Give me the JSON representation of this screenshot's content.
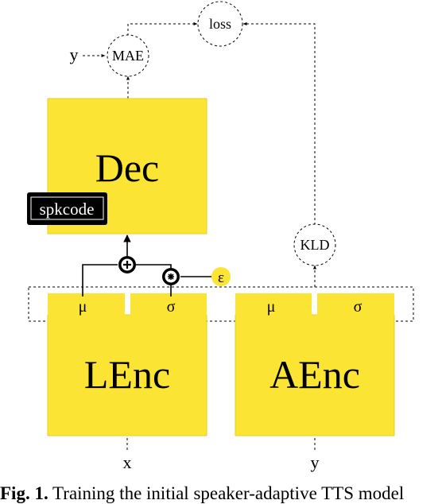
{
  "colors": {
    "block": "#fbe434",
    "block_edge": "#e8cf20",
    "line": "#000000",
    "spk_bg": "#000000",
    "spk_text": "#ffffff",
    "eps": "#fbe434"
  },
  "nodes": {
    "loss": "loss",
    "mae": "MAE",
    "kld": "KLD",
    "dec": "Dec",
    "spkcode": "spkcode",
    "lenc": "LEnc",
    "aenc": "AEnc",
    "lenc_mu": "μ",
    "lenc_sigma": "σ",
    "aenc_mu": "μ",
    "aenc_sigma": "σ",
    "epsilon": "ε",
    "plus_op": "+",
    "mult_op": "∗"
  },
  "inputs": {
    "y_top": "y",
    "x_bottom": "x",
    "y_bottom": "y"
  },
  "caption": {
    "label": "Fig. 1.",
    "text": "Training the initial speaker-adaptive TTS model"
  }
}
